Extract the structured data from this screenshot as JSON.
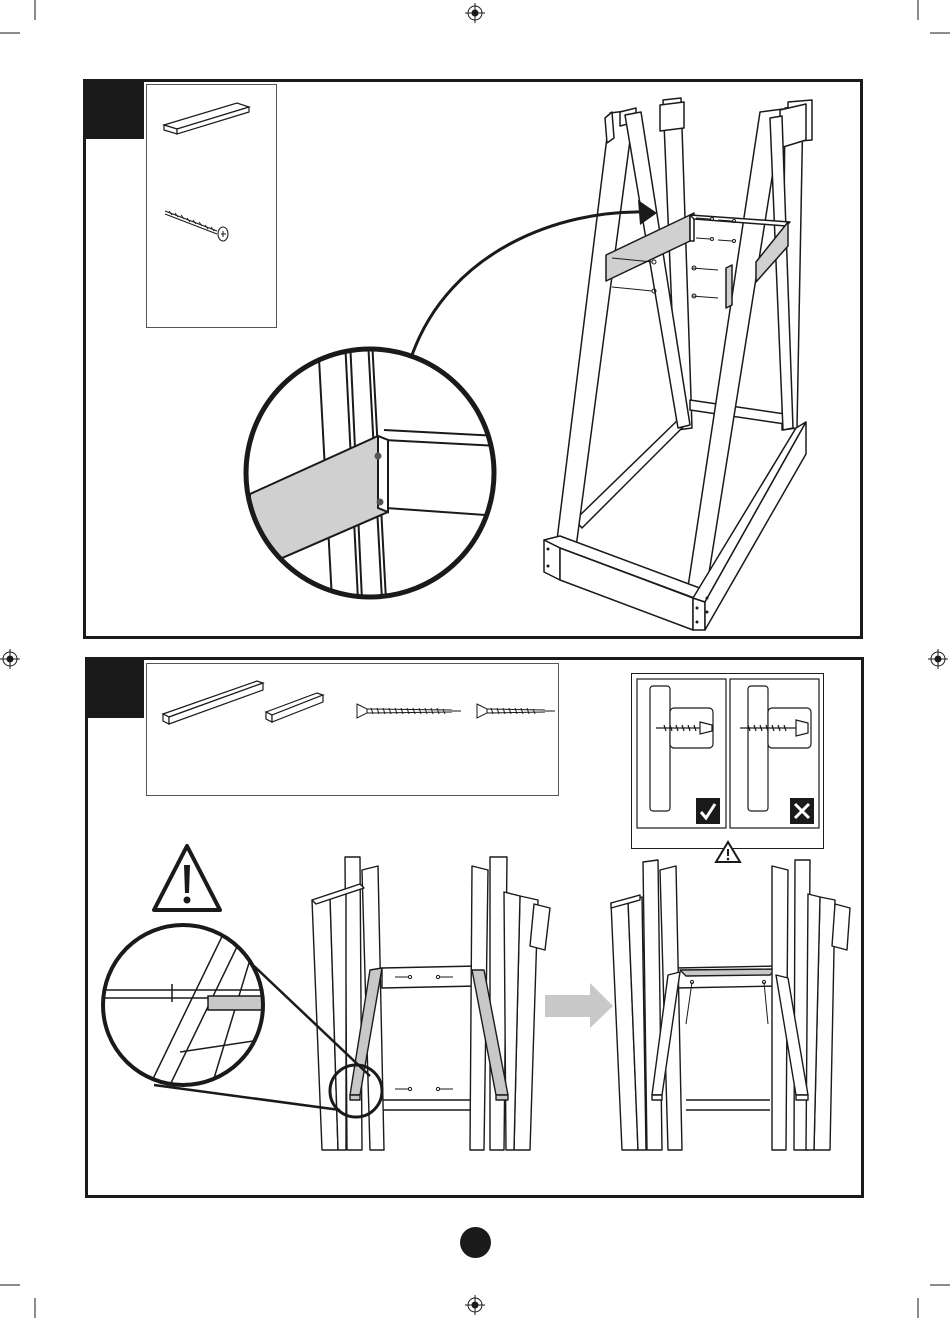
{
  "page": {
    "page_number": "",
    "icons": {
      "registration": "registration-mark-icon",
      "warning": "warning-triangle-icon",
      "correct": "check-icon",
      "incorrect": "cross-icon",
      "arrow": "arrow-right-icon"
    },
    "colors": {
      "ink": "#1a1a1a",
      "panel_fill": "#d0d0d0",
      "arrow_fill": "#c8c8c8"
    }
  },
  "step1": {
    "step_number": "",
    "parts": [
      {
        "name": "board",
        "qty": ""
      },
      {
        "name": "screw",
        "qty": ""
      }
    ]
  },
  "step2": {
    "step_number": "",
    "parts": [
      {
        "name": "long-batten",
        "qty": ""
      },
      {
        "name": "short-batten",
        "qty": ""
      },
      {
        "name": "long-screw",
        "qty": ""
      },
      {
        "name": "short-screw",
        "qty": ""
      }
    ]
  }
}
